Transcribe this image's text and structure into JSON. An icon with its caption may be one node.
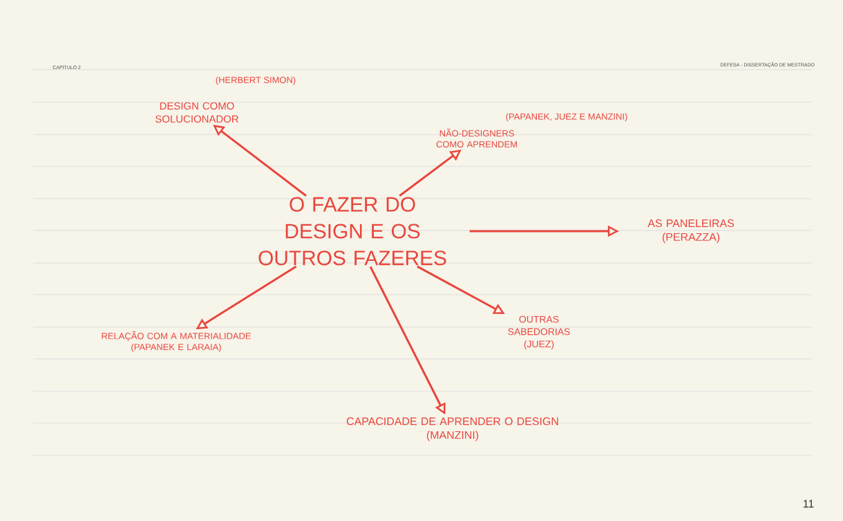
{
  "diagram": {
    "nodes": [
      {
        "text": [
          "O FAZER DO DESIGN E OS OUTROS FAZERES"
        ]
      },
      {
        "text": [
          "DESIGN COMO SOLUCIONADOR"
        ],
        "beside": [
          "(HERBERT SIMON)"
        ]
      },
      {
        "text": [
          "NÃO-DESIGNERS COMO APRENDEM"
        ],
        "beside": [
          "(PAPANEK, JUEZ E MANZINI)"
        ]
      },
      {
        "text": [
          "AS PANELEIRAS",
          "(PERAZZA)"
        ]
      },
      {
        "text": [
          "RELAÇÃO COM A MATERIALIDADE",
          "(PAPANEK E LARAIA)"
        ]
      },
      {
        "text": [
          "CAPACIDADE DE APRENDER O DESIGN",
          "(MANZINI)"
        ]
      },
      {
        "text": [
          "OUTRAS SABEDORIAS",
          "(JUEZ)"
        ]
      }
    ],
    "edges": [
      {
        "from": 0,
        "to": 1,
        "arrow": "to"
      },
      {
        "from": 0,
        "to": 2,
        "arrow": "to"
      },
      {
        "from": 0,
        "to": 3,
        "arrow": "to"
      },
      {
        "from": 0,
        "to": 4,
        "arrow": "to"
      },
      {
        "from": 0,
        "to": 5,
        "arrow": "to"
      },
      {
        "from": 0,
        "to": 6,
        "arrow": "to"
      }
    ],
    "labels": [
      "CAPÍTULO 2",
      "DEFESA - DISSERTAÇÃO DE MESTRADO",
      "11"
    ]
  }
}
